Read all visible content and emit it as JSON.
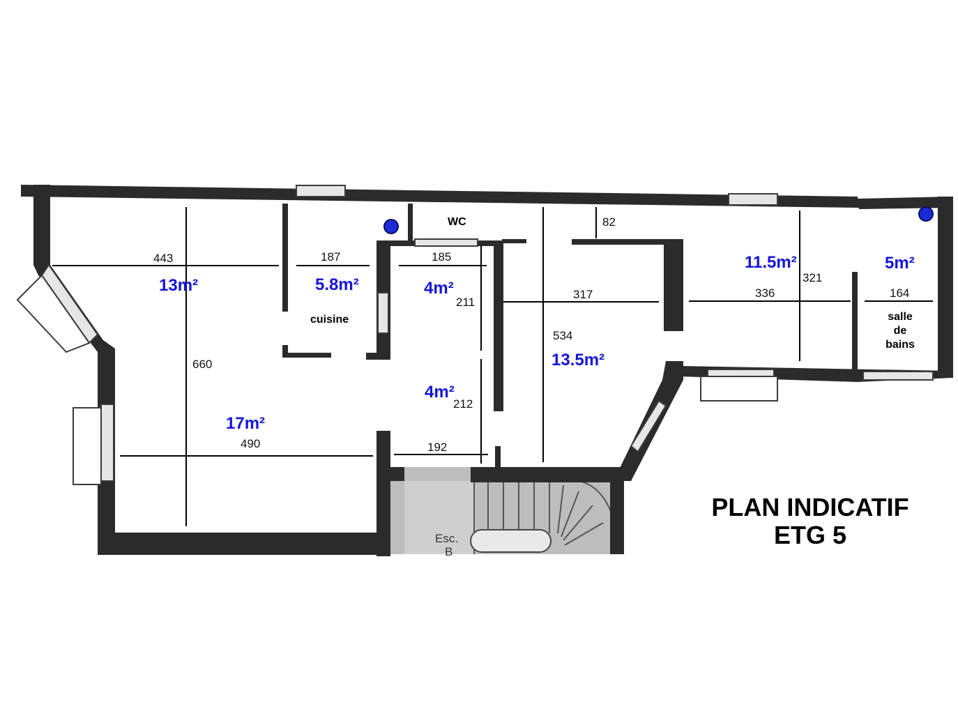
{
  "title": {
    "line1": "PLAN INDICATIF",
    "line2": "ETG 5"
  },
  "rooms": {
    "cuisine": "cuisine",
    "wc": "WC",
    "salle_de_bains": [
      "salle",
      "de",
      "bains"
    ]
  },
  "areas": {
    "room_13": "13m²",
    "room_5_8": "5.8m²",
    "room_4a": "4m²",
    "room_4b": "4m²",
    "room_17": "17m²",
    "room_13_5": "13.5m²",
    "room_11_5": "11.5m²",
    "room_5": "5m²"
  },
  "dimensions": {
    "d443": "443",
    "d187": "187",
    "d185": "185",
    "d211": "211",
    "d660": "660",
    "d490": "490",
    "d212": "212",
    "d192": "192",
    "d317": "317",
    "d534": "534",
    "d82": "82",
    "d336": "336",
    "d321": "321",
    "d164": "164"
  },
  "staircase": {
    "label_line1": "Esc.",
    "label_line2": "B"
  },
  "colors": {
    "area_text": "#1515d8",
    "wall": "#2b2b2b",
    "marker": "#1a2bd6"
  }
}
